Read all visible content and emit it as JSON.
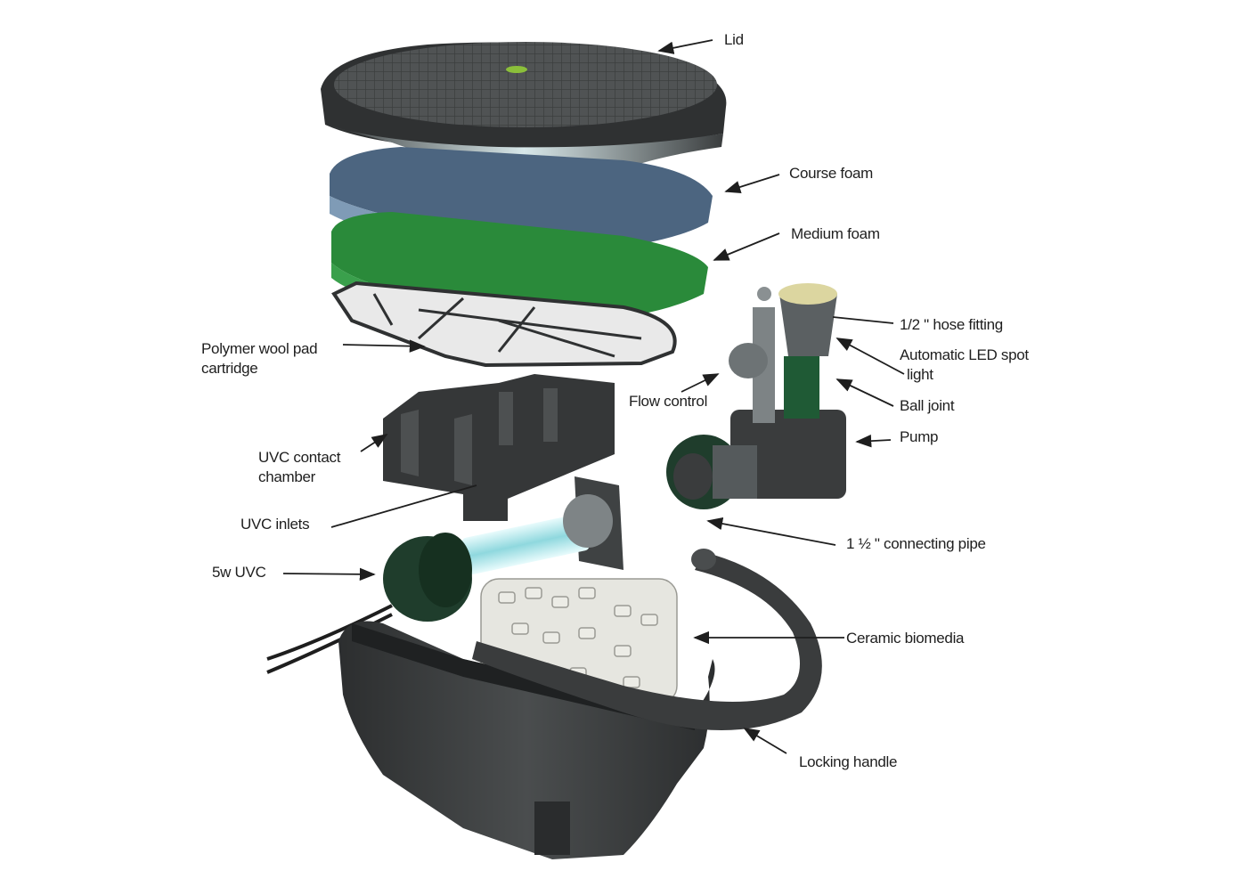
{
  "diagram": {
    "type": "exploded-view",
    "subject": "Pond filter with UVC clarifier and pump",
    "colors": {
      "background": "#ffffff",
      "housing": "#3a3c3d",
      "lid_top": "#4a4d4e",
      "coarse_foam": "#5a7690",
      "medium_foam": "#2e8a3e",
      "uvc_cap": "#1f3d2c",
      "uv_tube": "#9fe0e6",
      "biomedia": "#e6e6e0",
      "label_text": "#1e1e1e"
    },
    "labels": {
      "lid": "Lid",
      "coarse_foam": "Course foam",
      "medium_foam": "Medium foam",
      "hose_fitting": "1/2 \" hose fitting",
      "led_light_1": "Automatic LED spot",
      "led_light_2": "light",
      "polymer_pad_1": "Polymer wool pad",
      "polymer_pad_2": "cartridge",
      "flow_control": "Flow control",
      "ball_joint": "Ball joint",
      "pump": "Pump",
      "uvc_chamber_1": "UVC contact",
      "uvc_chamber_2": "chamber",
      "uvc_inlets": "UVC inlets",
      "connecting_pipe": "1 ½ \" connecting pipe",
      "uvc_5w": "5w UVC",
      "ceramic_biomedia": "Ceramic biomedia",
      "locking_handle": "Locking handle"
    }
  }
}
